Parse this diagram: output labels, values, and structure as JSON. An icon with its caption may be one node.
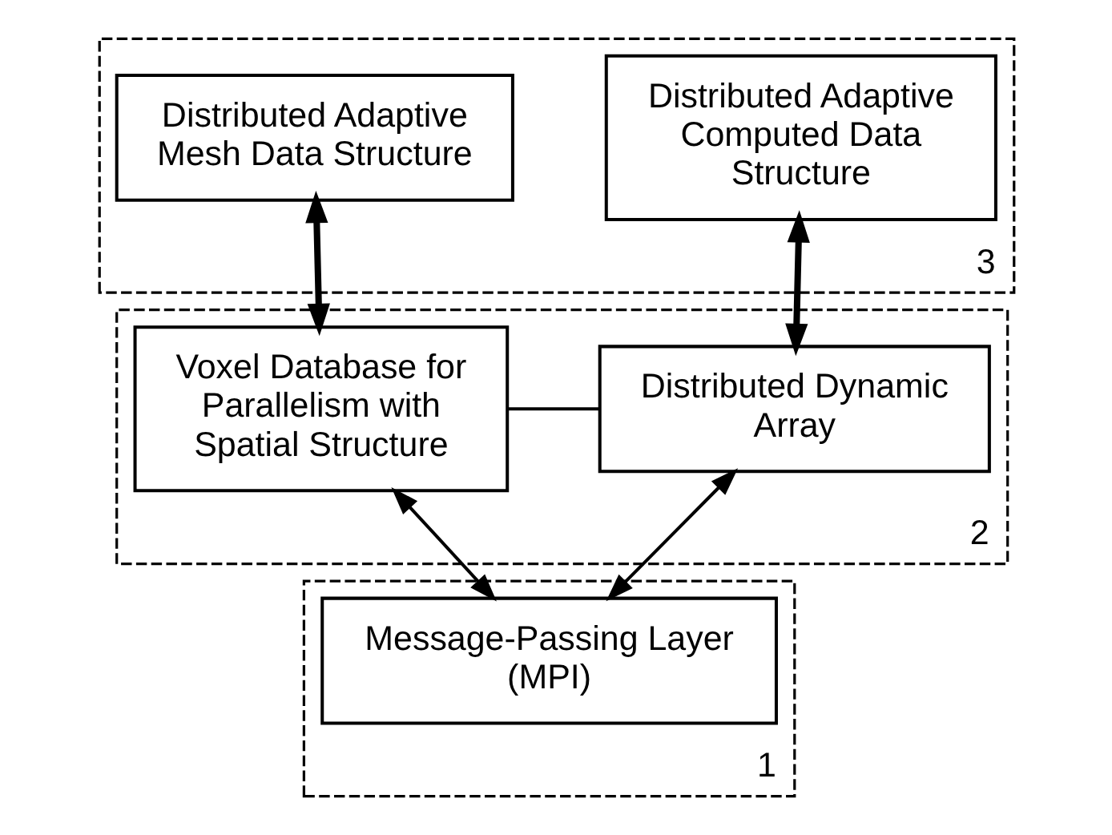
{
  "diagram": {
    "nodes": [
      {
        "text": [],
        "shape": "box",
        "beside": [
          "3"
        ]
      },
      {
        "text": [
          "Distributed Adaptive Computed Data Structure"
        ],
        "in": 0
      },
      {
        "text": [
          "Distributed Adaptive Mesh Data Structure"
        ],
        "in": 0
      },
      {
        "text": [],
        "shape": "box",
        "beside": [
          "2"
        ]
      },
      {
        "text": [
          "Distributed Dynamic Array"
        ],
        "in": 3
      },
      {
        "text": [
          "Voxel Database for Parallelism with Spatial Structure"
        ],
        "in": 3
      },
      {
        "text": [],
        "shape": "box",
        "beside": [
          "1"
        ]
      },
      {
        "text": [
          "Message-Passing Layer (MPI)"
        ],
        "in": 6
      }
    ],
    "edges": [
      {
        "from": 1,
        "to": 4,
        "arrow": "both",
        "style": "thick"
      },
      {
        "from": 2,
        "to": 5,
        "arrow": "both",
        "style": "thick"
      },
      {
        "from": 4,
        "to": 5,
        "arrow": "none"
      },
      {
        "from": 4,
        "to": 7,
        "arrow": "both"
      },
      {
        "from": 5,
        "to": 7,
        "arrow": "both"
      }
    ]
  }
}
